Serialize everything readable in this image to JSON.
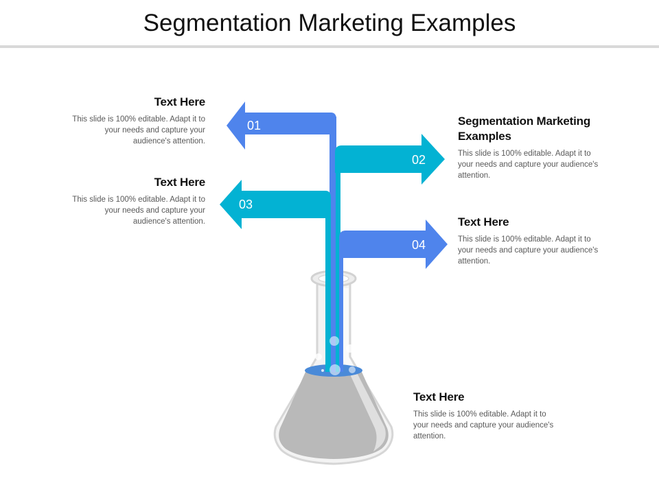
{
  "slide": {
    "title": "Segmentation Marketing Examples"
  },
  "arrows": [
    {
      "number": "01",
      "color": "#4f84ec"
    },
    {
      "number": "02",
      "color": "#03b2d3"
    },
    {
      "number": "03",
      "color": "#03b2d3"
    },
    {
      "number": "04",
      "color": "#4f84ec"
    }
  ],
  "blocks": [
    {
      "heading": "Text Here",
      "body": "This slide is 100% editable. Adapt it to your needs and capture your audience's attention."
    },
    {
      "heading": "Segmentation Marketing Examples",
      "body": "This slide is 100% editable. Adapt it to your needs and capture your audience's attention."
    },
    {
      "heading": "Text Here",
      "body": "This slide is 100% editable. Adapt it to your needs and capture your audience's attention."
    },
    {
      "heading": "Text Here",
      "body": "This slide is 100% editable. Adapt it to your needs and capture your audience's attention."
    },
    {
      "heading": "Text Here",
      "body": "This slide is 100% editable. Adapt it to your needs and capture your audience's attention."
    }
  ],
  "colors": {
    "blue": "#4f84ec",
    "cyan": "#03b2d3",
    "liquid": "#b8b8b8",
    "glass": "#ececec"
  }
}
